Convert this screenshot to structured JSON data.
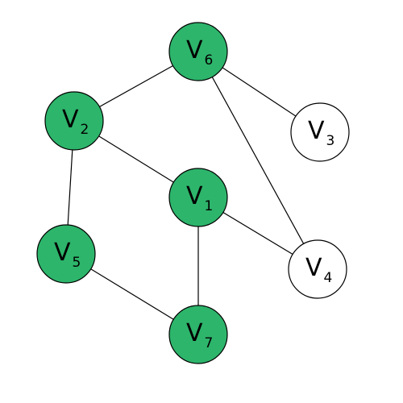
{
  "graph": {
    "colors": {
      "filled": "#2db56b",
      "empty": "#ffffff",
      "stroke": "#000000"
    },
    "nodes": [
      {
        "id": "v1",
        "letter": "V",
        "sub": "1",
        "filled": true
      },
      {
        "id": "v2",
        "letter": "V",
        "sub": "2",
        "filled": true
      },
      {
        "id": "v3",
        "letter": "V",
        "sub": "3",
        "filled": false
      },
      {
        "id": "v4",
        "letter": "V",
        "sub": "4",
        "filled": false
      },
      {
        "id": "v5",
        "letter": "V",
        "sub": "5",
        "filled": true
      },
      {
        "id": "v6",
        "letter": "V",
        "sub": "6",
        "filled": true
      },
      {
        "id": "v7",
        "letter": "V",
        "sub": "7",
        "filled": true
      }
    ],
    "edges": [
      [
        "v6",
        "v2"
      ],
      [
        "v6",
        "v3"
      ],
      [
        "v6",
        "v4"
      ],
      [
        "v2",
        "v1"
      ],
      [
        "v2",
        "v5"
      ],
      [
        "v1",
        "v4"
      ],
      [
        "v1",
        "v7"
      ],
      [
        "v5",
        "v7"
      ]
    ]
  }
}
